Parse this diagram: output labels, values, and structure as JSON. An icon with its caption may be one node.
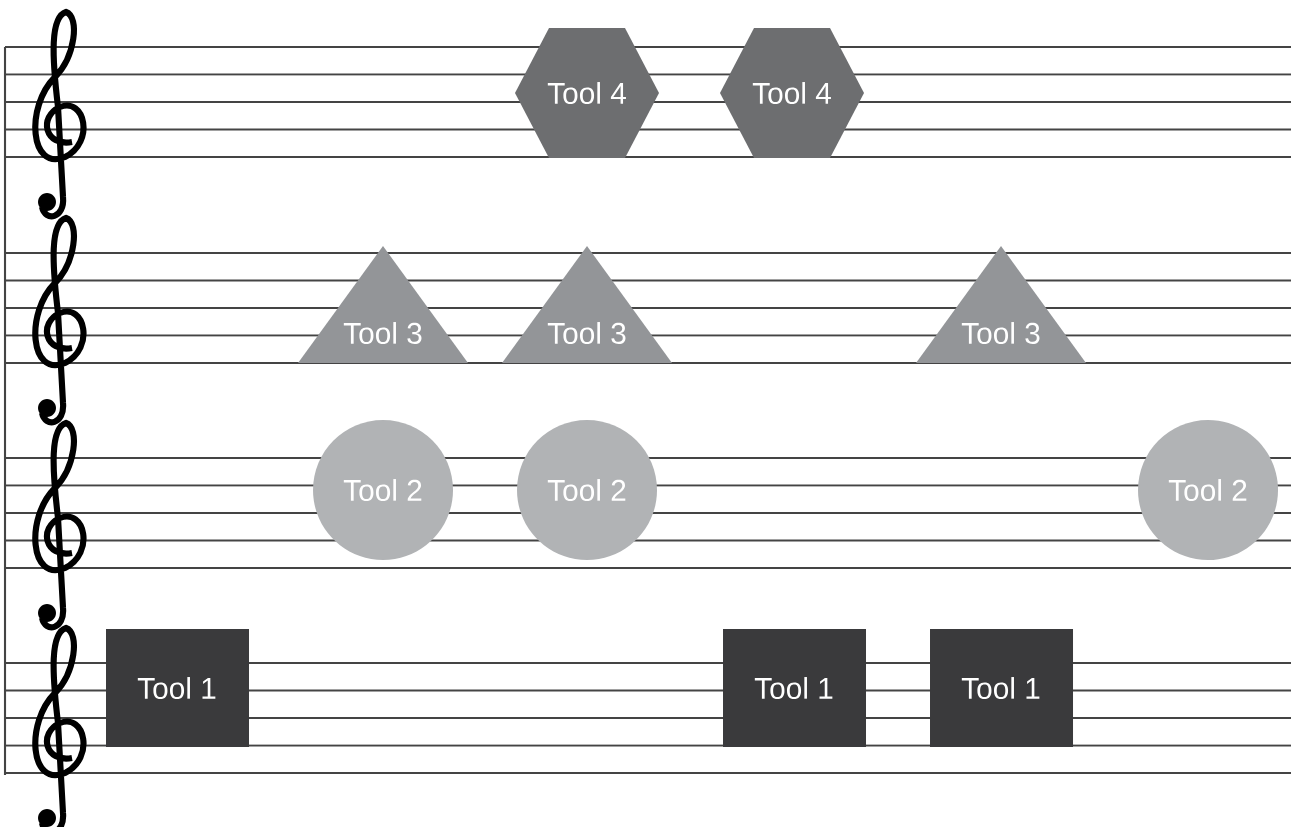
{
  "diagram": {
    "nodes": [
      {
        "text": [
          "Tool 4"
        ]
      },
      {
        "text": [
          "Tool 4"
        ]
      },
      {
        "text": [
          "Tool 3"
        ]
      },
      {
        "text": [
          "Tool 3"
        ]
      },
      {
        "text": [
          "Tool 3"
        ]
      },
      {
        "text": [
          "Tool 2"
        ]
      },
      {
        "text": [
          "Tool 2"
        ]
      },
      {
        "text": [
          "Tool 2"
        ]
      },
      {
        "text": [
          "Tool 1"
        ]
      },
      {
        "text": [
          "Tool 1"
        ]
      },
      {
        "text": [
          "Tool 1"
        ]
      }
    ]
  }
}
